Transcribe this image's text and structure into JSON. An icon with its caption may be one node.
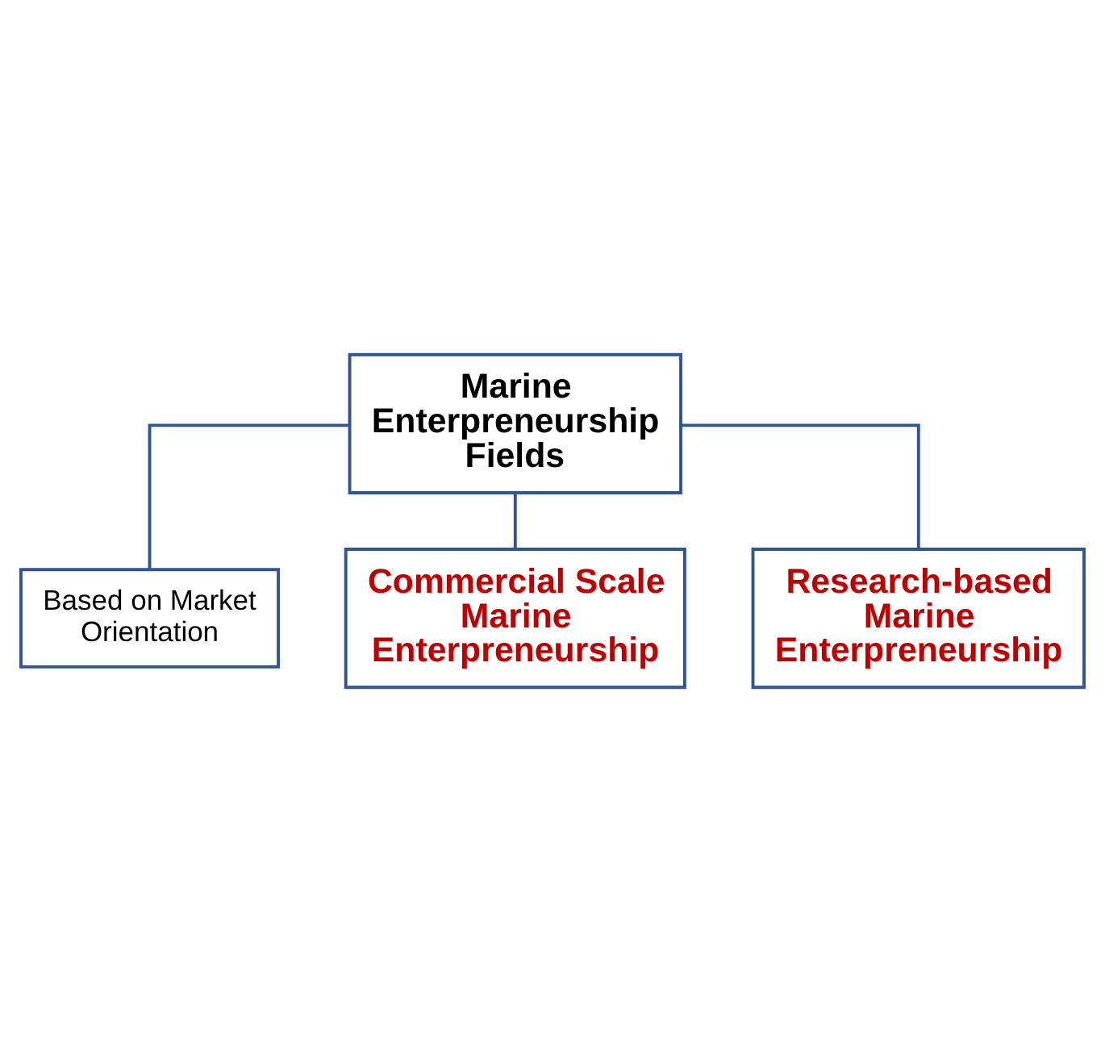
{
  "diagram": {
    "nodes": [
      {
        "text": [
          "Marine Enterpreneurship Fields"
        ]
      },
      {
        "text": [
          "Based on Market Orientation"
        ]
      },
      {
        "text": [
          "Commercial Scale Marine Enterpreneurship"
        ]
      },
      {
        "text": [
          "Research-based Marine Enterpreneurship"
        ]
      }
    ],
    "edges": [
      {
        "from": 0,
        "to": 1,
        "arrow": "none"
      },
      {
        "from": 0,
        "to": 2,
        "arrow": "none"
      },
      {
        "from": 0,
        "to": 3,
        "arrow": "none"
      }
    ]
  }
}
